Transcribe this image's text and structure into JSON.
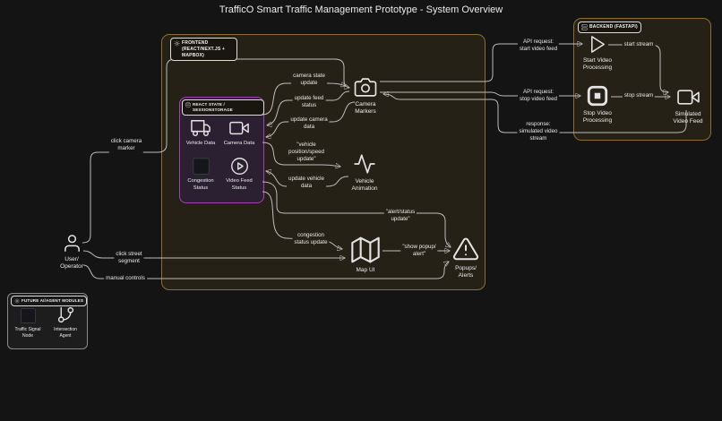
{
  "title": "TrafficO Smart Traffic Management Prototype - System Overview",
  "frontend": {
    "header": "FRONTEND (REACT/NEXT.JS + MAPBOX)",
    "state": {
      "header": "REACT STATE / SESSIONSTORAGE",
      "items": [
        {
          "label": "Vehicle Data",
          "icon": "truck-icon"
        },
        {
          "label": "Camera Data",
          "icon": "video-camera-icon"
        },
        {
          "label": "Congestion\nStatus",
          "icon": "dark-square-icon"
        },
        {
          "label": "Video Feed\nStatus",
          "icon": "play-circle-icon"
        }
      ]
    },
    "nodes": {
      "camera_markers": "Camera\nMarkers",
      "vehicle_animation": "Vehicle\nAnimation",
      "map_ui": "Map UI",
      "popups_alerts": "Popups/\nAlerts"
    }
  },
  "backend": {
    "header": "BACKEND (FASTAPI)",
    "nodes": {
      "start": "Start Video\nProcessing",
      "stop": "Stop Video\nProcessing",
      "simulated": "Simulated\nVideo Feed"
    }
  },
  "future": {
    "header": "FUTURE AI/AGENT MODULES",
    "nodes": {
      "traffic_signal": "Traffic Signal\nNode",
      "intersection_agent": "Intersection\nAgent"
    }
  },
  "user": {
    "label": "User/\nOperator"
  },
  "edges": {
    "camera_state": "camera state\nupdate",
    "update_feed": "update feed\nstatus",
    "update_camera": "update camera\ndata",
    "vehicle_position": "\"vehicle\nposition/speed\nupdate\"",
    "update_vehicle": "update vehicle\ndata",
    "alert_status": "\"alert/status\nupdate\"",
    "congestion": "congestion\nstatus update",
    "show_popup": "\"show popup/\nalert\"",
    "click_camera": "click camera\nmarker",
    "click_street": "click street\nsegment",
    "manual_controls": "manual controls",
    "api_start": "API request:\nstart video feed",
    "api_stop": "API request:\nstop video feed",
    "response": "response:\nsimulated video\nstream",
    "start_stream": "start stream",
    "stop_stream": "stop stream"
  },
  "colors": {
    "background": "#141414",
    "panel_fill": "#262116",
    "panel_border": "#8a6e33",
    "state_fill": "#2a2032",
    "state_border": "#a83fb5",
    "edge_line": "#bdbdbd",
    "text": "#ececec"
  }
}
